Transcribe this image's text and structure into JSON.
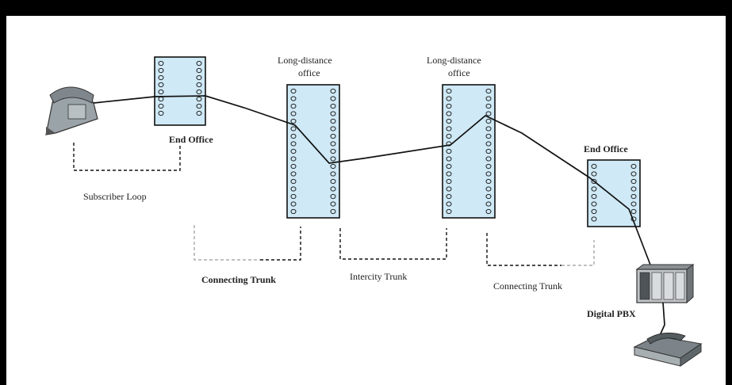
{
  "offices": [
    {
      "label": "End Office"
    },
    {
      "label_line1": "Long-distance",
      "label_line2": "office"
    },
    {
      "label_line1": "Long-distance",
      "label_line2": "office"
    },
    {
      "label": "End Office"
    }
  ],
  "links": {
    "subscriber_loop": "Subscriber Loop",
    "connecting_trunk_left": "Connecting Trunk",
    "intercity_trunk": "Intercity Trunk",
    "connecting_trunk_right": "Connecting Trunk"
  },
  "devices": {
    "pbx": "Digital PBX"
  },
  "colors": {
    "office_fill": "#cfe9f6",
    "frame": "#000000"
  }
}
